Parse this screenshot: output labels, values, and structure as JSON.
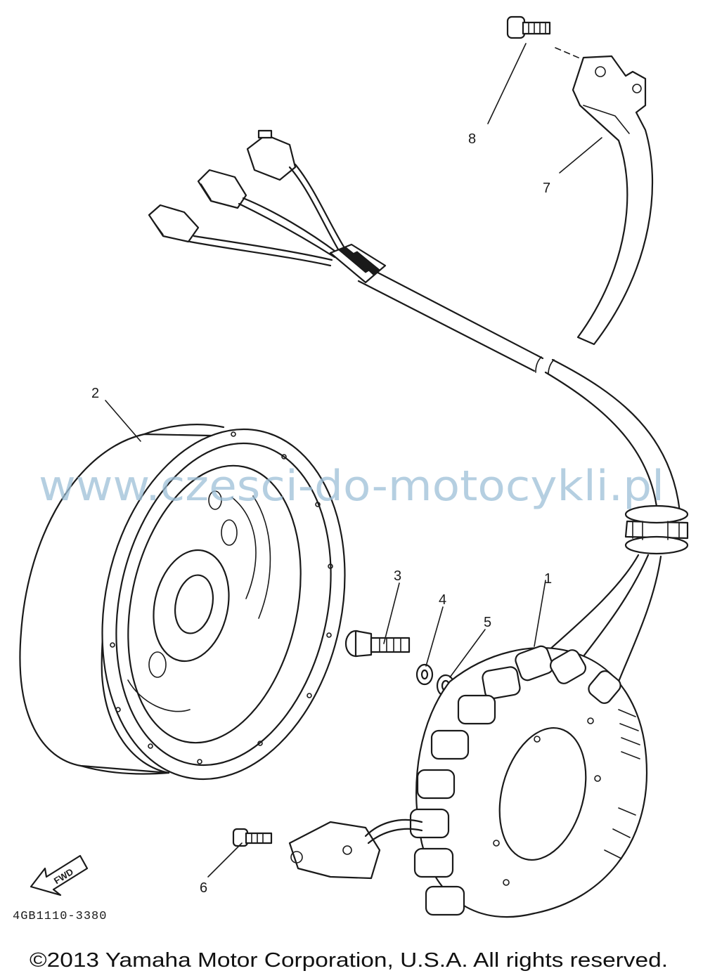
{
  "diagram": {
    "parts": [
      {
        "number": "1"
      },
      {
        "number": "2"
      },
      {
        "number": "3"
      },
      {
        "number": "4"
      },
      {
        "number": "5"
      },
      {
        "number": "6"
      },
      {
        "number": "7"
      },
      {
        "number": "8"
      }
    ],
    "fwd_label": "FWD",
    "drawing_code": "4GB1110-3380"
  },
  "watermark": "www.czesci-do-motocykli.pl",
  "footer": {
    "copyright": "©2013 Yamaha Motor Corporation, U.S.A. All rights reserved."
  }
}
